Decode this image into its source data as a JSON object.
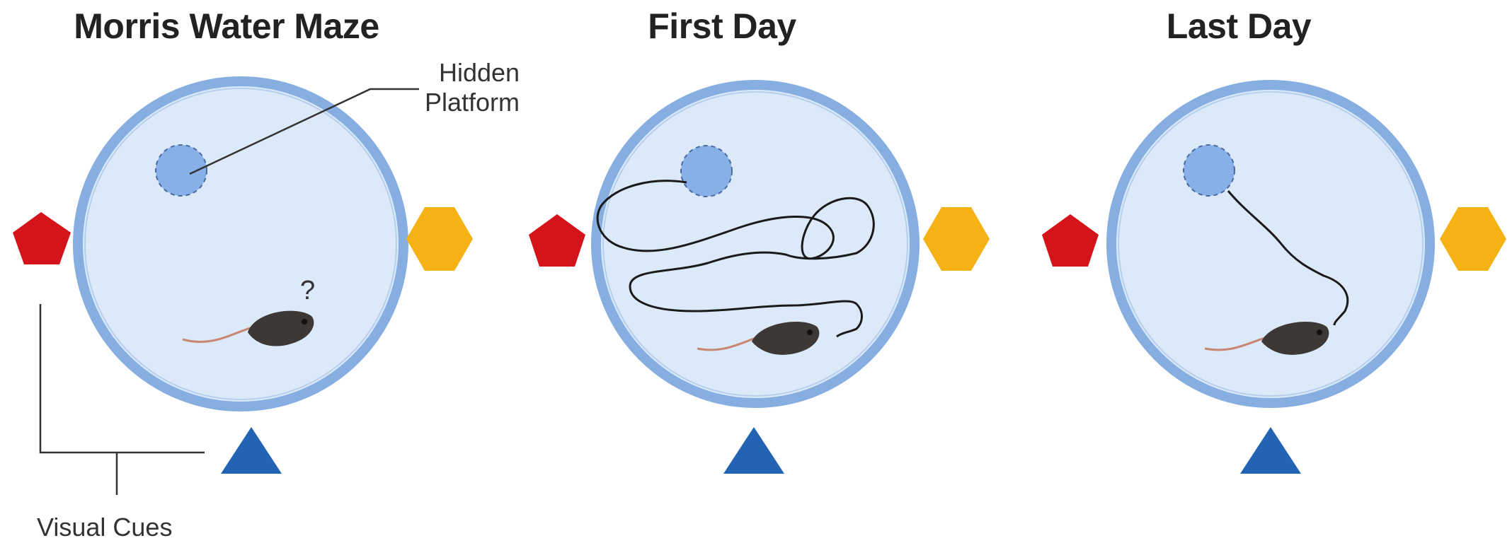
{
  "panels": [
    {
      "title": "Morris Water Maze"
    },
    {
      "title": "First Day"
    },
    {
      "title": "Last Day"
    }
  ],
  "labels": {
    "hidden_platform_line1": "Hidden",
    "hidden_platform_line2": "Platform",
    "question_mark": "?",
    "visual_cues": "Visual Cues"
  },
  "colors": {
    "pool_fill": "#dbe9f9",
    "pool_ring": "#86aee0",
    "platform": "#88b0e8",
    "cue_pentagon": "#d4141a",
    "cue_hexagon": "#f6b214",
    "cue_triangle": "#2363b4",
    "mouse_body": "#3b3836",
    "mouse_tail": "#c98673",
    "path": "#1a1a1a"
  },
  "icons": [
    "red-pentagon-icon",
    "yellow-hexagon-icon",
    "blue-triangle-icon",
    "mouse-icon",
    "platform-icon"
  ]
}
